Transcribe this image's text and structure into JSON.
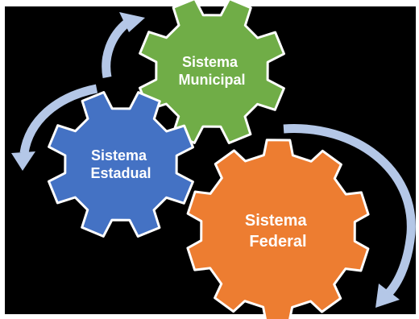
{
  "diagram": {
    "background": "#000000",
    "arrow_color": "#b4c7e7",
    "gears": [
      {
        "id": "municipal",
        "lines": [
          "Sistema",
          "Municipal"
        ],
        "fill": "#70ad47",
        "stroke": "#ffffff"
      },
      {
        "id": "estadual",
        "lines": [
          "Sistema",
          "Estadual"
        ],
        "fill": "#4472c4",
        "stroke": "#ffffff"
      },
      {
        "id": "federal",
        "lines": [
          "Sistema",
          "Federal"
        ],
        "fill": "#ed7d31",
        "stroke": "#ffffff"
      }
    ]
  }
}
